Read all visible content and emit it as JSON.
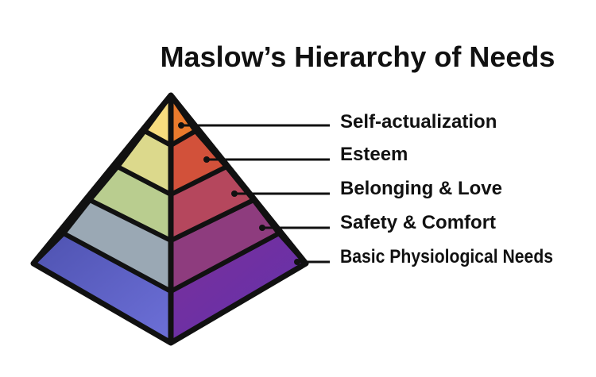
{
  "title": "Maslow’s Hierarchy of Needs",
  "levels": [
    {
      "label": "Self-actualization",
      "left_color": "#f7dc7e",
      "right_color": "#ea7a2c"
    },
    {
      "label": "Esteem",
      "left_color": "#dcd98c",
      "right_color": "#d2513a"
    },
    {
      "label": "Belonging & Love",
      "left_color": "#b9cd8f",
      "right_color": "#b5475d"
    },
    {
      "label": "Safety & Comfort",
      "left_color": "#9aa8b4",
      "right_color": "#8e3c7e"
    },
    {
      "label": "Basic Physiological Needs",
      "left_color": "#6466c9",
      "right_color": "#6a32a6"
    }
  ],
  "outline_color": "#111111"
}
